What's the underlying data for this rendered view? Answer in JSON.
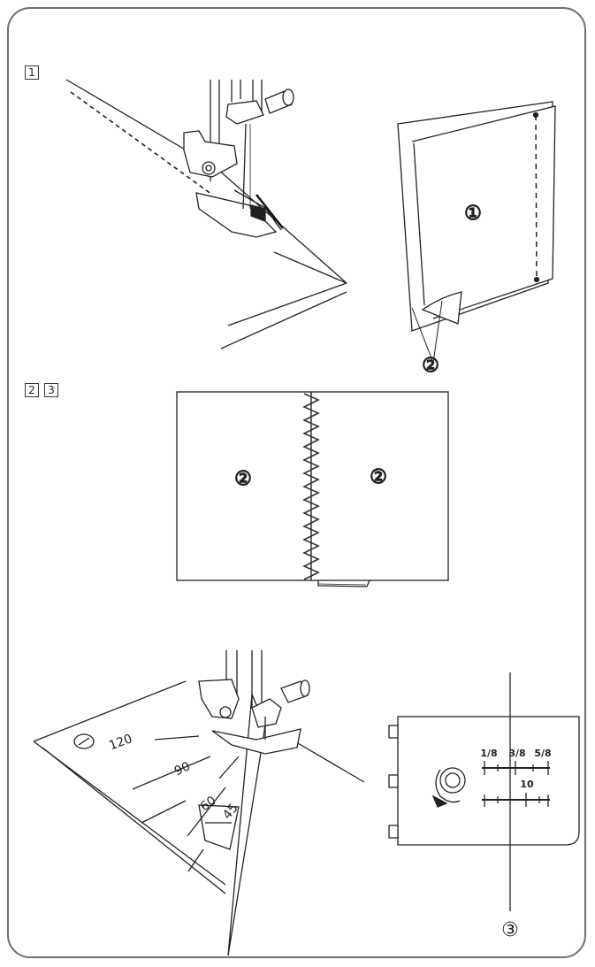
{
  "steps": {
    "step1": "1",
    "step2": "2",
    "step3": "3"
  },
  "callouts": {
    "c1": "①",
    "c2": "②",
    "c3": "③"
  },
  "guide_plate": {
    "m120": "120",
    "m90": "90",
    "m60": "60",
    "m45": "45"
  },
  "seam_guide": {
    "f18": "1/8",
    "f38": "3/8",
    "f58": "5/8",
    "n10": "10"
  },
  "colors": {
    "frame": "#6f6f6f",
    "line": "#222222",
    "stitch": "#333333"
  },
  "icons": [
    "sewing-machine-presser-foot",
    "thread-spool-knob",
    "needle-plate-screw"
  ]
}
